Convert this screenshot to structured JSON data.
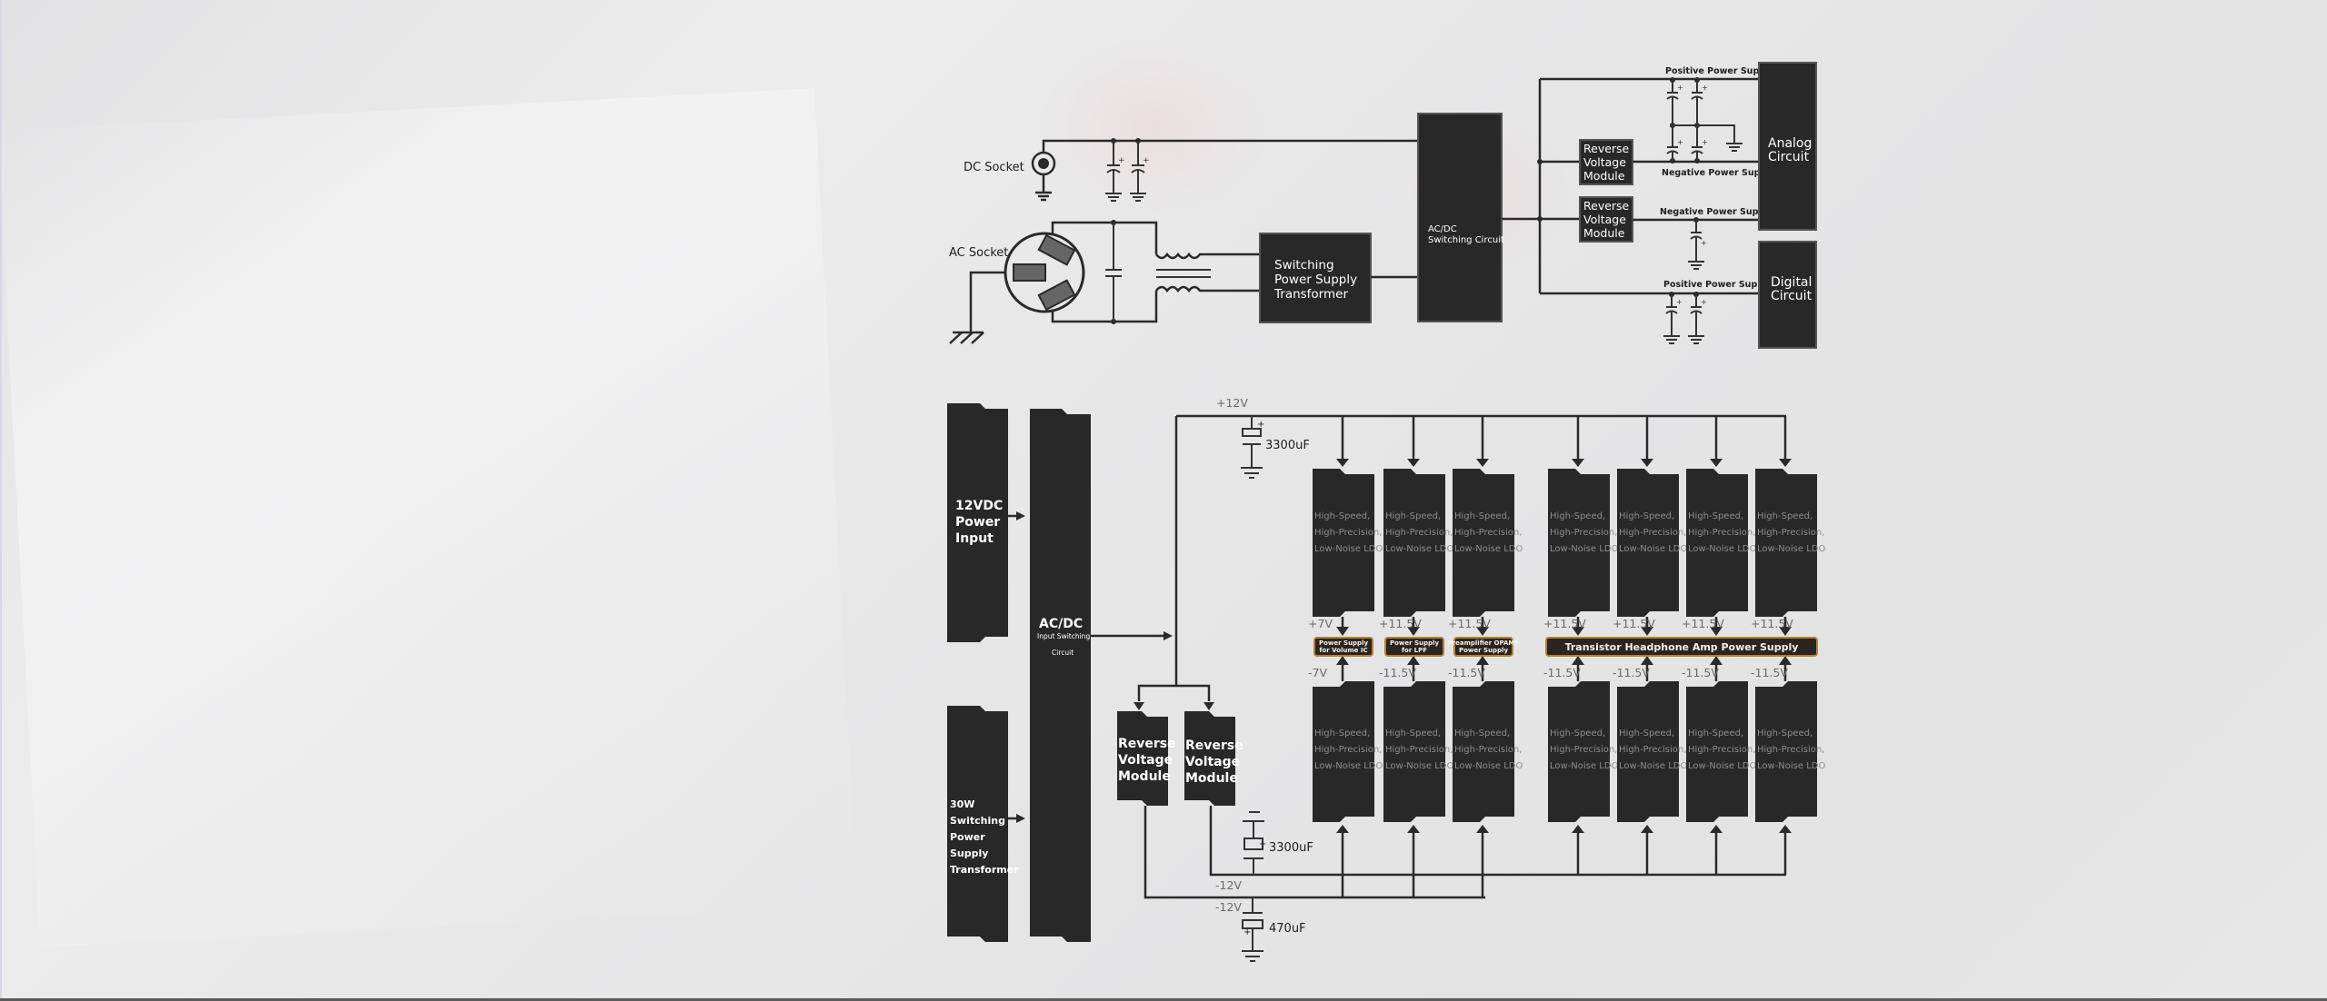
{
  "diagram_type": "power-supply-block-diagram",
  "colors": {
    "block_fill": "#282828",
    "wire": "#2a2a2a",
    "badge_border": "#b5822e",
    "label_gray": "#6a6a6a",
    "ldo_text": "#8d8d8d"
  },
  "top": {
    "dc_socket_label": "DC Socket",
    "ac_socket_label": "AC Socket",
    "transformer_lines": [
      "Switching",
      "Power Supply",
      "Transformer"
    ],
    "acdc_lines": [
      "AC/DC",
      "Switching Circuit"
    ],
    "reverse_module_lines": [
      "Reverse",
      "Voltage",
      "Module"
    ],
    "analog_lines": [
      "Analog",
      "Circuit"
    ],
    "digital_lines": [
      "Digital",
      "Circuit"
    ],
    "rail_labels": {
      "analog_positive": "Positive Power Supply",
      "analog_negative": "Negative Power Supply",
      "mid_negative": "Negative Power Supply",
      "digital_positive": "Positive Power Supply"
    },
    "cap_plus": "+"
  },
  "bottom": {
    "input_12vdc_lines": [
      "12VDC",
      "Power",
      "Input"
    ],
    "transformer_30w_lines": [
      "30W",
      "Switching",
      "Power",
      "Supply",
      "Transformer"
    ],
    "acdc_title": "AC/DC",
    "acdc_sub_lines": [
      "Input Switching",
      "Circuit"
    ],
    "reverse_module_lines": [
      "Reverse",
      "Voltage",
      "Module"
    ],
    "rail_pos_label": "+12V",
    "rail_neg_label_1": "-12V",
    "rail_neg_label_2": "-12V",
    "cap_pos_value": "3300uF",
    "cap_neg_value": "3300uF",
    "cap_neg2_value": "470uF",
    "cap_plus": "+",
    "ldo_lines": [
      "High-Speed,",
      "High-Precision,",
      "Low-Noise LDO"
    ],
    "groups": [
      {
        "badge_lines": [
          "Power Supply",
          "for Volume IC"
        ],
        "pos_v": "+7V",
        "neg_v": "-7V"
      },
      {
        "badge_lines": [
          "Power Supply",
          "for LPF"
        ],
        "pos_v": "+11.5V",
        "neg_v": "-11.5V"
      },
      {
        "badge_lines": [
          "Preamplifier OPAMP",
          "Power Supply"
        ],
        "pos_v": "+11.5V",
        "neg_v": "-11.5V"
      }
    ],
    "headphone_badge": "Transistor Headphone Amp Power Supply",
    "headphone_channels": [
      {
        "pos_v": "+11.5V",
        "neg_v": "-11.5V"
      },
      {
        "pos_v": "+11.5V",
        "neg_v": "-11.5V"
      },
      {
        "pos_v": "+11.5V",
        "neg_v": "-11.5V"
      },
      {
        "pos_v": "+11.5V",
        "neg_v": "-11.5V"
      }
    ]
  }
}
